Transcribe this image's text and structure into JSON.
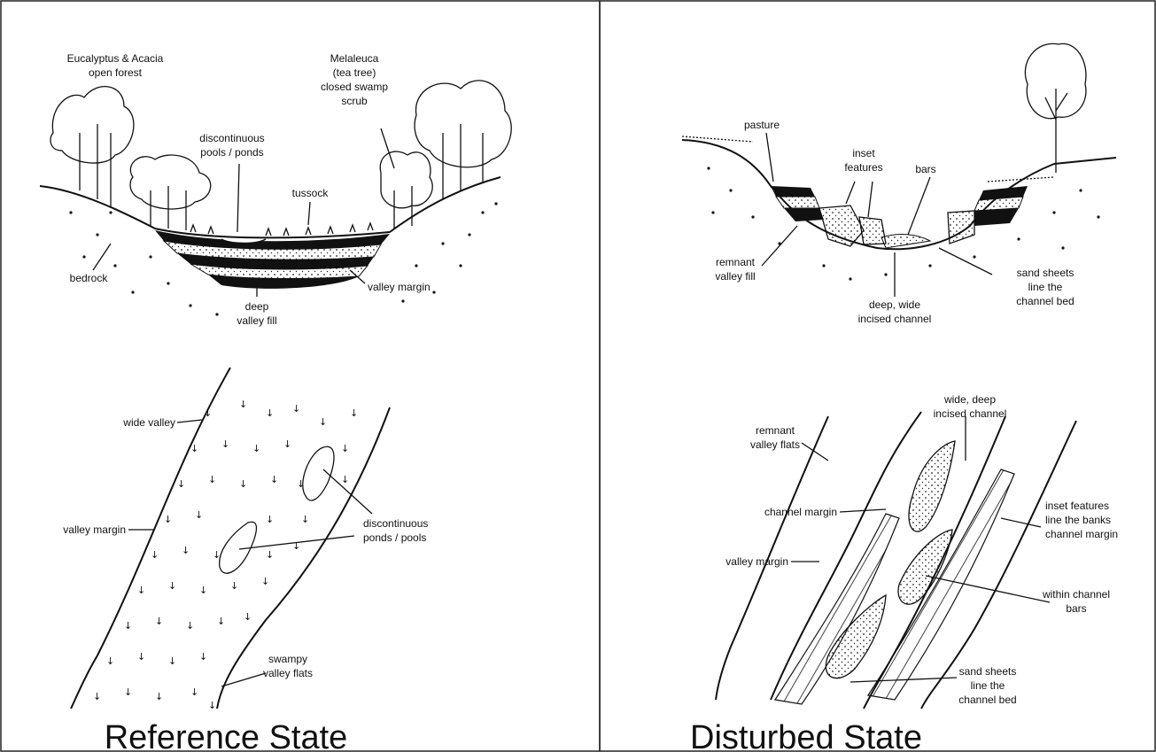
{
  "panels": {
    "reference": {
      "caption": "Reference State",
      "cross_section": {
        "labels": {
          "eucalyptus_1": "Eucalyptus & Acacia",
          "eucalyptus_2": "open forest",
          "melaleuca_1": "Melaleuca",
          "melaleuca_2": "(tea tree)",
          "melaleuca_3": "closed swamp",
          "melaleuca_4": "scrub",
          "pools_1": "discontinuous",
          "pools_2": "pools / ponds",
          "tussock": "tussock",
          "bedrock": "bedrock",
          "valley_margin": "valley margin",
          "deep_fill_1": "deep",
          "deep_fill_2": "valley fill"
        }
      },
      "plan_view": {
        "labels": {
          "wide_valley": "wide valley",
          "valley_margin": "valley margin",
          "ponds_1": "discontinuous",
          "ponds_2": "ponds / pools",
          "swampy_1": "swampy",
          "swampy_2": "valley flats"
        }
      }
    },
    "disturbed": {
      "caption": "Disturbed State",
      "cross_section": {
        "labels": {
          "pasture": "pasture",
          "inset_1": "inset",
          "inset_2": "features",
          "bars": "bars",
          "remnant_1": "remnant",
          "remnant_2": "valley fill",
          "incised_1": "deep, wide",
          "incised_2": "incised channel",
          "sand_1": "sand sheets",
          "sand_2": "line the",
          "sand_3": "channel bed"
        }
      },
      "plan_view": {
        "labels": {
          "wide_deep_1": "wide, deep",
          "wide_deep_2": "incised channel",
          "remnant_1": "remnant",
          "remnant_2": "valley flats",
          "channel_margin": "channel margin",
          "valley_margin": "valley margin",
          "inset_1": "inset features",
          "inset_2": "line the banks",
          "inset_3": "channel margin",
          "within_1": "within channel",
          "within_2": "bars",
          "sand_1": "sand sheets",
          "sand_2": "line the",
          "sand_3": "channel bed"
        }
      }
    }
  }
}
